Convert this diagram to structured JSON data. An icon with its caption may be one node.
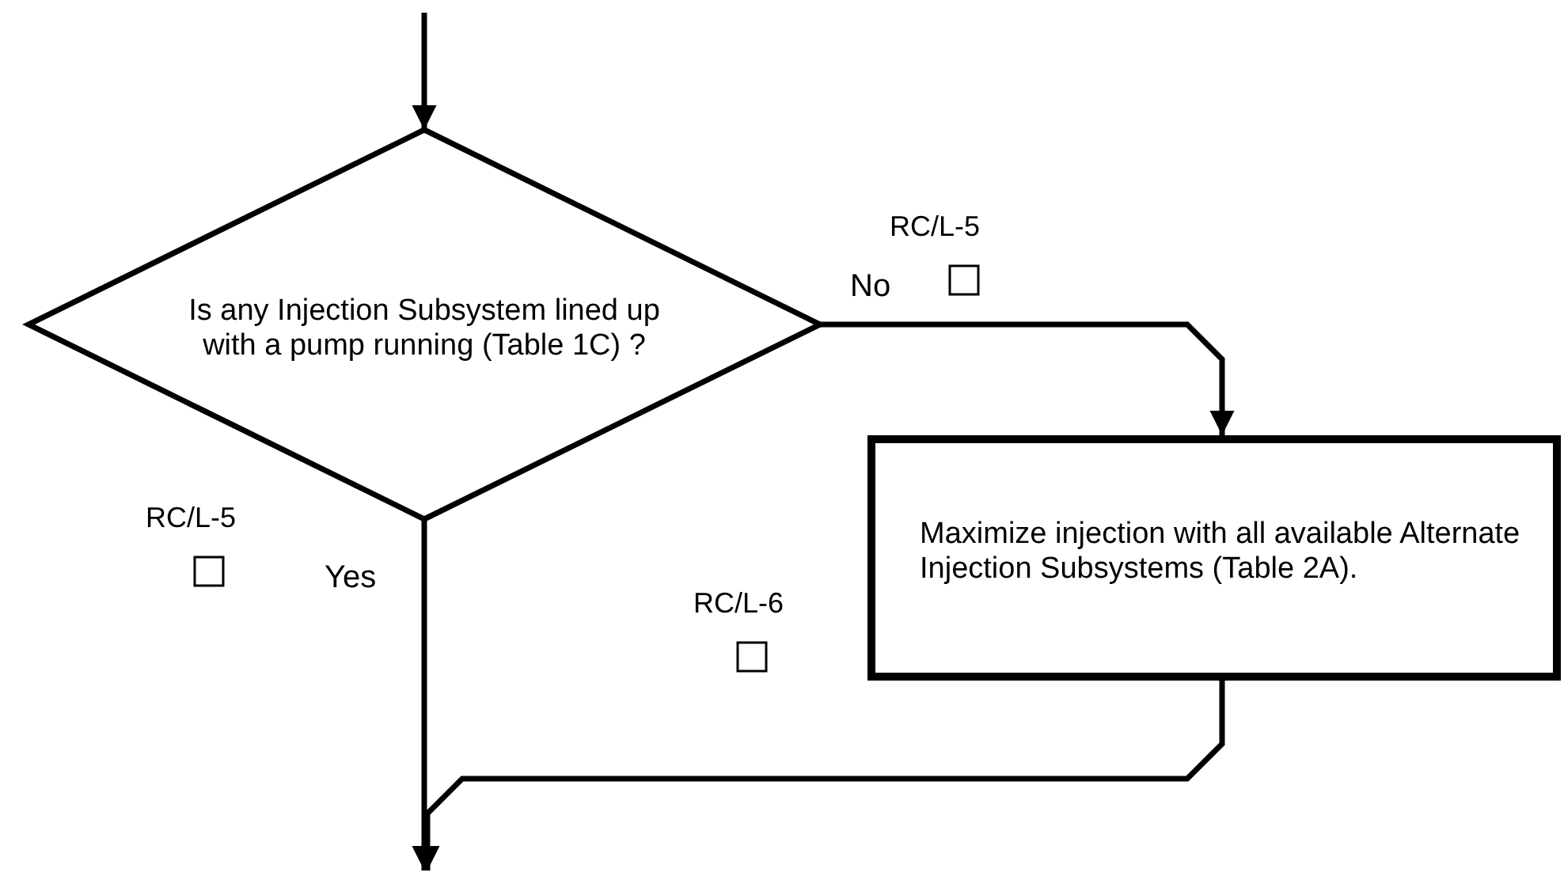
{
  "diagram": {
    "nodes": [
      {
        "text": [
          "Is any Injection Subsystem lined up with a pump running (Table 1C) ?"
        ]
      },
      {
        "text": [
          "Maximize injection with all available Alternate Injection Subsystems (Table 2A)."
        ]
      }
    ],
    "edges": [
      {
        "from": null,
        "to": 0,
        "arrow": "to"
      },
      {
        "from": 0,
        "to": 1,
        "arrow": "to",
        "label": "No"
      },
      {
        "from": 0,
        "to": null,
        "arrow": "to",
        "label": "Yes"
      },
      {
        "from": 1,
        "to": null,
        "arrow": "to"
      }
    ],
    "labels": [
      "RC/L-5",
      "RC/L-5",
      "RC/L-6"
    ]
  }
}
